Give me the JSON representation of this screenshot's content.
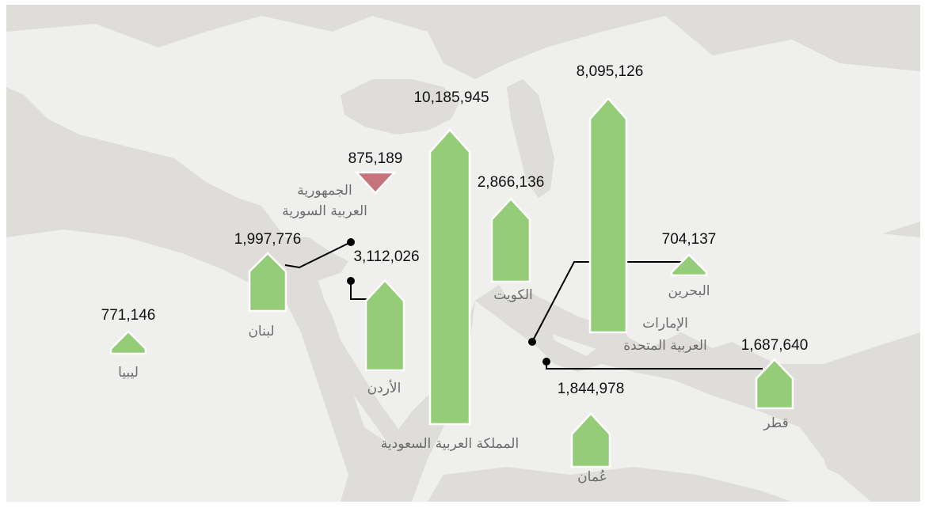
{
  "chart_data": {
    "type": "bar",
    "colors": {
      "positive": "#95cc78",
      "negative": "#c4747a",
      "background": "#deddd9",
      "land": "#efefee"
    },
    "series": [
      {
        "id": "libya",
        "country": "ليبيا",
        "value": 771146,
        "label": "771,146"
      },
      {
        "id": "lebanon",
        "country": "لبنان",
        "value": 1997776,
        "label": "1,997,776"
      },
      {
        "id": "syria",
        "country": [
          "الجمهورية",
          "العربية السورية"
        ],
        "value": -875189,
        "label": "875,189"
      },
      {
        "id": "jordan",
        "country": "الأردن",
        "value": 3112026,
        "label": "3,112,026"
      },
      {
        "id": "saudi",
        "country": "المملكة العربية السعودية",
        "value": 10185945,
        "label": "10,185,945"
      },
      {
        "id": "kuwait",
        "country": "الكويت",
        "value": 2866136,
        "label": "2,866,136"
      },
      {
        "id": "uae",
        "country": [
          "الإمارات",
          "العربية المتحدة"
        ],
        "value": 8095126,
        "label": "8,095,126"
      },
      {
        "id": "bahrain",
        "country": "البحرين",
        "value": 704137,
        "label": "704,137"
      },
      {
        "id": "qatar",
        "country": "قطر",
        "value": 1687640,
        "label": "1,687,640"
      },
      {
        "id": "oman",
        "country": "عُمان",
        "value": 1844978,
        "label": "1,844,978"
      }
    ]
  }
}
